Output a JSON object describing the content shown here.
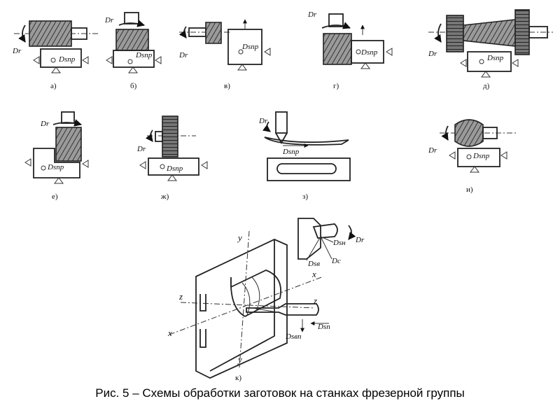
{
  "figure": {
    "caption": "Рис. 5 – Схемы обработки заготовок  на станках фрезерной группы",
    "subfigures": [
      {
        "key": "a",
        "label": "а)"
      },
      {
        "key": "b",
        "label": "б)"
      },
      {
        "key": "v",
        "label": "в)"
      },
      {
        "key": "g",
        "label": "г)"
      },
      {
        "key": "d",
        "label": "д)"
      },
      {
        "key": "e",
        "label": "е)"
      },
      {
        "key": "zh",
        "label": "ж)"
      },
      {
        "key": "z",
        "label": "з)"
      },
      {
        "key": "i",
        "label": "и)"
      },
      {
        "key": "k",
        "label": "к)"
      }
    ],
    "symbols": {
      "dr": "Dr",
      "dspr": "Dsпр",
      "dsv": "Dsв",
      "dsvp": "Dsвп",
      "dsn": "Dsн",
      "dsp": "Dsп",
      "dc": "Dc",
      "axis_x": "x",
      "axis_y": "y",
      "axis_z": "z"
    }
  }
}
